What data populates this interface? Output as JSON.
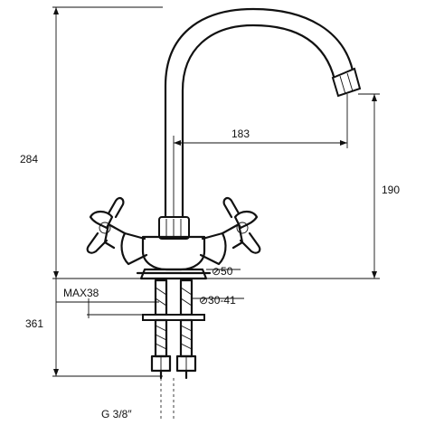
{
  "dimensions": {
    "overall_height": "284",
    "spout_reach": "183",
    "spout_height": "190",
    "base_diameter": "⊘50",
    "max_thickness": "MAX38",
    "hole_diameter": "⊘30-41",
    "below_surface": "361",
    "thread": "G  3/8″"
  },
  "colors": {
    "line": "#111111",
    "background": "#ffffff"
  }
}
